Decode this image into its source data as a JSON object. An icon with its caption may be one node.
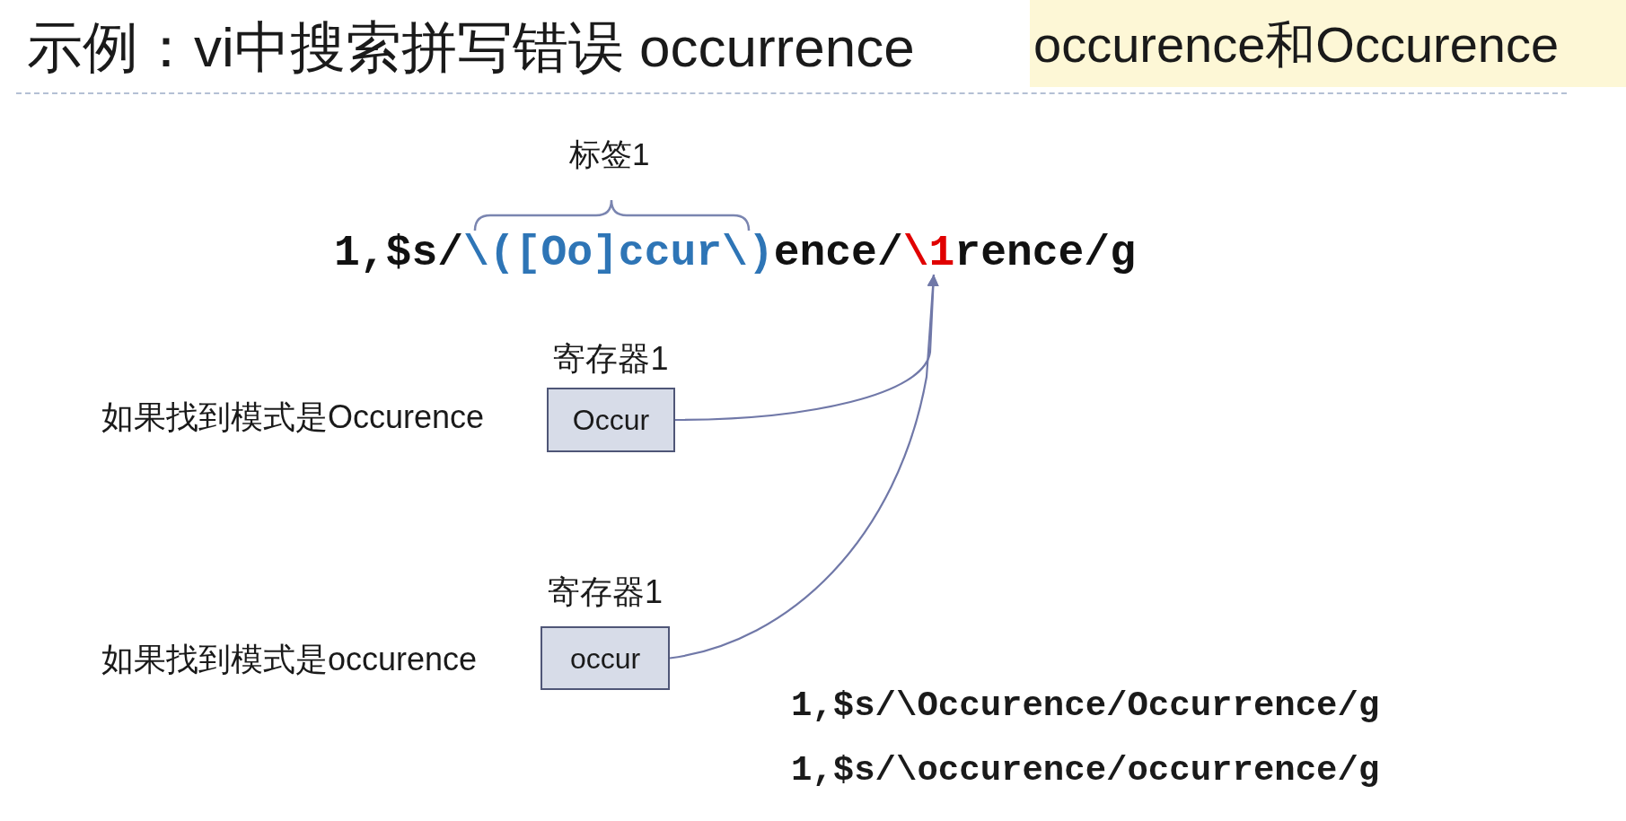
{
  "diagram": {
    "title": "示例：vi中搜索拼写错误 occurrence",
    "nodes": [
      {
        "text": [
          "occurence和Occurence"
        ]
      },
      {
        "text": [
          "1,$s/",
          "\\([Oo]ccur\\)",
          "ence/",
          "\\1",
          "rence/g"
        ]
      },
      {
        "text": [
          "寄存器1",
          "Occur"
        ]
      },
      {
        "text": [
          "寄存器1",
          "occur"
        ]
      }
    ],
    "edges": [
      {
        "from": 2,
        "to": 1,
        "arrow": "to"
      },
      {
        "from": 3,
        "to": 1,
        "arrow": "to"
      }
    ],
    "labels": [
      "标签1",
      "如果找到模式是Occurence",
      "如果找到模式是occurence",
      "1,$s/\\Occurence/Occurrence/g",
      "1,$s/\\occurence/occurrence/g"
    ]
  }
}
